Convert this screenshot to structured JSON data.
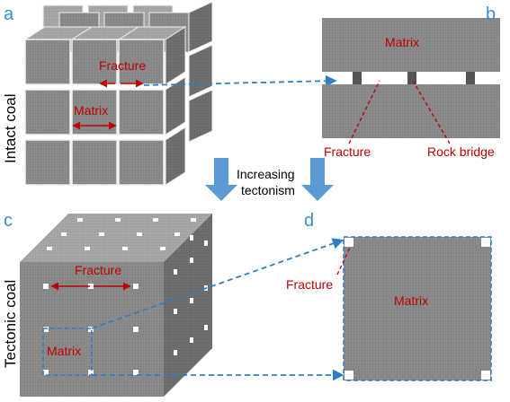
{
  "panels": {
    "a": "a",
    "b": "b",
    "c": "c",
    "d": "d"
  },
  "side_labels": {
    "intact": "Intact coal",
    "tectonic": "Tectonic coal"
  },
  "labels": {
    "a_fracture": "Fracture",
    "a_matrix": "Matrix",
    "b_matrix": "Matrix",
    "b_fracture": "Fracture",
    "b_rock_bridge": "Rock bridge",
    "c_fracture": "Fracture",
    "c_matrix": "Matrix",
    "d_fracture": "Fracture",
    "d_matrix": "Matrix"
  },
  "middle": {
    "line1": "Increasing",
    "line2": "tectonism"
  },
  "colors": {
    "accent_blue": "#2f7fc6",
    "arrow_fill": "#5b9bd5",
    "label_red": "#c00000",
    "cube_front": "#8a8a8a",
    "cube_top": "#a6a6a6",
    "cube_side": "#6f6f6f"
  }
}
